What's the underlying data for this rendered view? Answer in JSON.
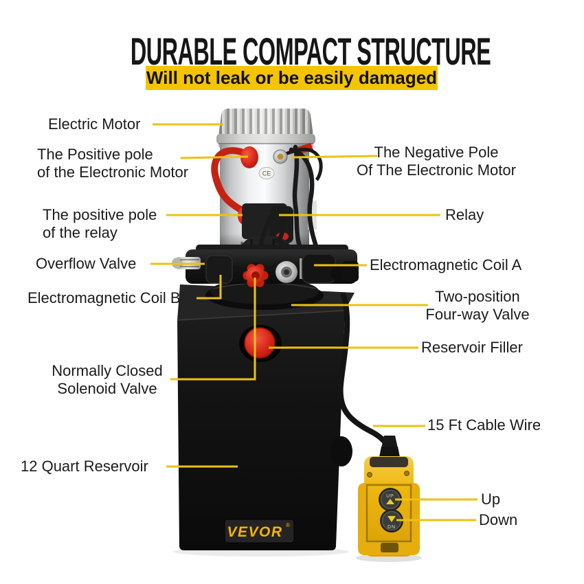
{
  "header": {
    "title": "DURABLE COMPACT STRUCTURE",
    "subtitle": "Will not leak or be easily damaged"
  },
  "labels": {
    "electric_motor": "Electric Motor",
    "positive_pole_motor_1": "The Positive pole",
    "positive_pole_motor_2": "of the Electronic Motor",
    "positive_pole_relay_1": "The positive pole",
    "positive_pole_relay_2": "of the relay",
    "overflow_valve": "Overflow Valve",
    "coil_b": "Electromagnetic Coil B",
    "normally_closed_1": "Normally Closed",
    "normally_closed_2": "Solenoid Valve",
    "reservoir_12quart": "12 Quart Reservoir",
    "negative_pole_1": "The Negative Pole",
    "negative_pole_2": "Of The Electronic Motor",
    "relay": "Relay",
    "coil_a": "Electromagnetic Coil A",
    "two_position_1": "Two-position",
    "two_position_2": "Four-way Valve",
    "reservoir_filler": "Reservoir Filler",
    "cable_wire": "15 Ft Cable Wire",
    "up": "Up",
    "down": "Down"
  },
  "product": {
    "brand": "VEVOR",
    "registered": "®",
    "ce_mark": "CE",
    "button_up": "UP",
    "button_down": "DN"
  },
  "colors": {
    "accent_yellow": "#F5C400",
    "leader_line": "#EEC111",
    "text": "#1B1B1B",
    "tank_black": "#141414",
    "red_part": "#D8281A",
    "pendant_yellow": "#EFB90D",
    "brand_yellow": "#F7B500"
  }
}
